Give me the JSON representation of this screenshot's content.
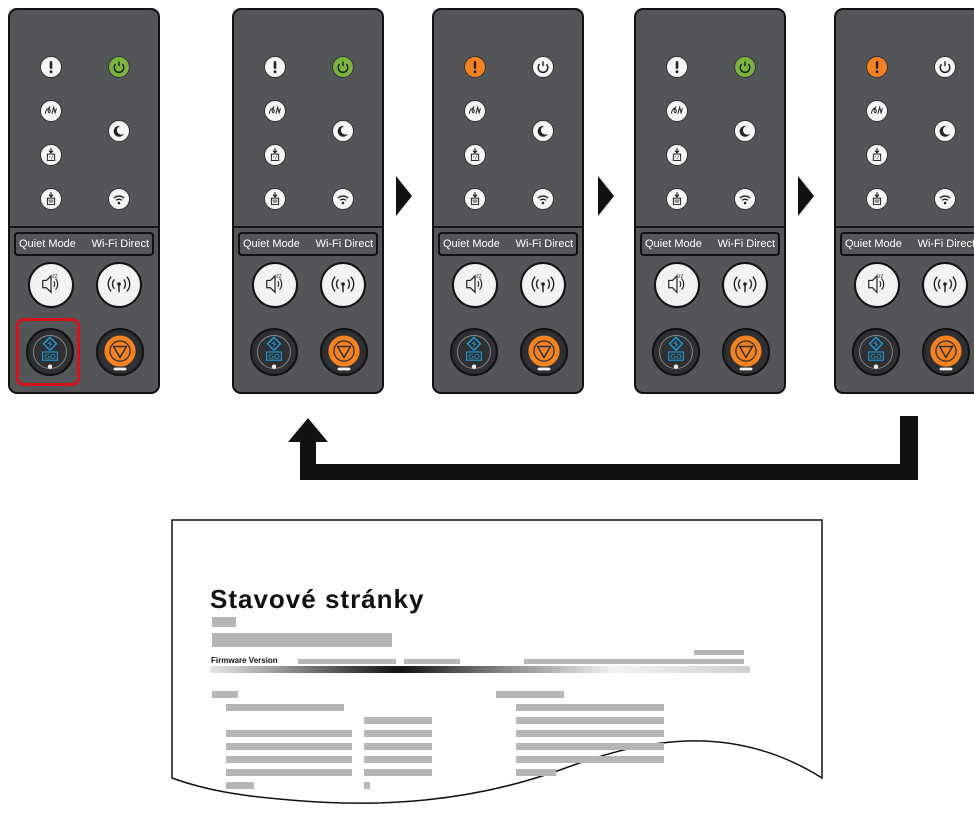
{
  "panel": {
    "quiet_mode_label": "Quiet Mode",
    "wifi_direct_label": "Wi-Fi Direct",
    "go_label": "GO"
  },
  "states": [
    {
      "attention": "off",
      "power": "on"
    },
    {
      "attention": "off",
      "power": "on"
    },
    {
      "attention": "on",
      "power": "off"
    },
    {
      "attention": "off",
      "power": "on"
    },
    {
      "attention": "on",
      "power": "off"
    }
  ],
  "highlighted_button": "go-button",
  "colors": {
    "panel": "#545558",
    "highlight": "#d7111a",
    "attention": "#f58220",
    "ready": "#7ab33e",
    "go": "#1f9ad6",
    "stop": "#f58220"
  },
  "report": {
    "title": "Stavové stránky",
    "firmware_label": "Firmware Version"
  }
}
